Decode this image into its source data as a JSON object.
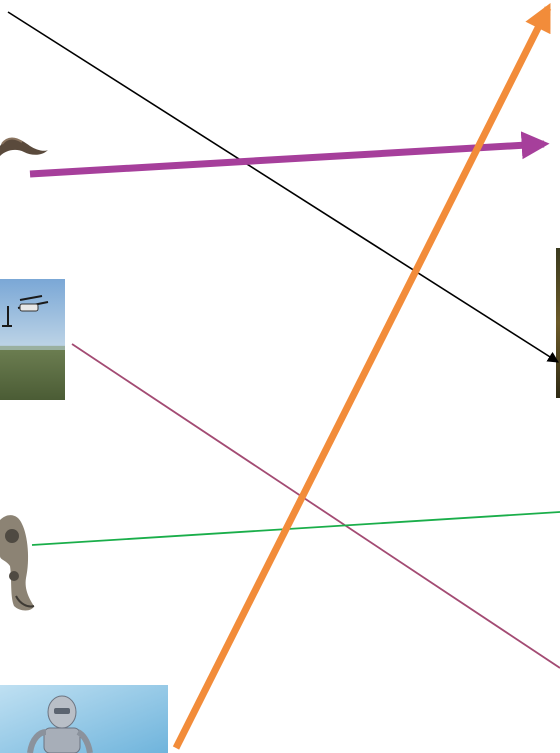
{
  "diagram": {
    "nodes": [
      {
        "id": "eel",
        "kind": "eel-image"
      },
      {
        "id": "drone",
        "kind": "drone-image"
      },
      {
        "id": "robot-arm",
        "kind": "robot-arm-image"
      },
      {
        "id": "humanoid-robot",
        "kind": "humanoid-robot-image"
      },
      {
        "id": "forest-image",
        "kind": "forest-image"
      }
    ],
    "connectors": [
      {
        "id": "black-thin-arrow",
        "color": "#000000",
        "style": "thin",
        "arrowhead": true
      },
      {
        "id": "purple-thick-arrow",
        "color": "#a63f9b",
        "style": "thick",
        "arrowhead": true
      },
      {
        "id": "orange-thick-arrow",
        "color": "#f28c3a",
        "style": "thick",
        "arrowhead": true
      },
      {
        "id": "maroon-line",
        "color": "#a34b73",
        "style": "thin",
        "arrowhead": false
      },
      {
        "id": "green-line",
        "color": "#1aae4a",
        "style": "thin",
        "arrowhead": false
      }
    ]
  }
}
